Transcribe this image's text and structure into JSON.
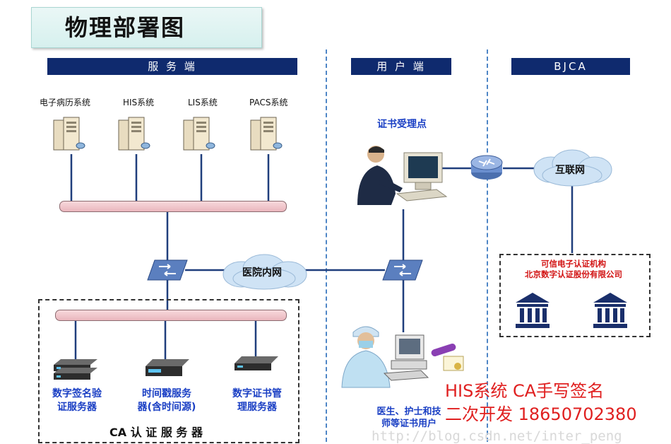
{
  "title": "物理部署图",
  "bands": {
    "server": "服 务 端",
    "user": "用 户 端",
    "bjca": "BJCA"
  },
  "systems": [
    "电子病历系统",
    "HIS系统",
    "LIS系统",
    "PACS系统"
  ],
  "cert_point": "证书受理点",
  "internet": "互联网",
  "hospital_net": "医院内网",
  "trust_org": {
    "line1": "可信电子认证机构",
    "line2": "北京数字认证股份有限公司"
  },
  "ca_servers": [
    {
      "line1": "数字签名验",
      "line2": "证服务器"
    },
    {
      "line1": "时间戳服务",
      "line2": "器(含时间源)"
    },
    {
      "line1": "数字证书管",
      "line2": "理服务器"
    }
  ],
  "ca_group": "CA 认 证 服 务 器",
  "users": {
    "line1": "医生、护士和技",
    "line2": "师等证书用户"
  },
  "overlay": {
    "line1": "HIS系统 CA手写签名",
    "line2": "二次开发 18650702380"
  },
  "watermark": "http://blog.csdn.net/inter_peng",
  "colors": {
    "band": "#0f2a6e",
    "blue_label": "#1a3fc4",
    "red_label": "#d21414",
    "overlay": "#e02020"
  }
}
